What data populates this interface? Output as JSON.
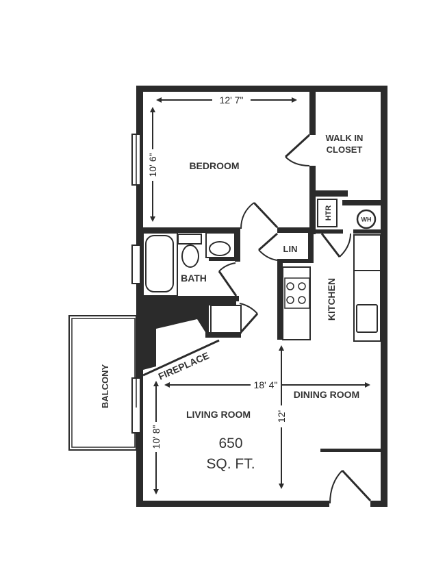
{
  "rooms": {
    "bedroom": "BEDROOM",
    "walk_in_closet_line1": "WALK IN",
    "walk_in_closet_line2": "CLOSET",
    "bath": "BATH",
    "linen": "LIN",
    "kitchen": "KITCHEN",
    "fireplace": "FIREPLACE",
    "balcony": "BALCONY",
    "dining_room": "DINING ROOM",
    "living_room": "LIVING ROOM"
  },
  "fixtures": {
    "heater": "HTR",
    "water_heater": "WH"
  },
  "dimensions": {
    "bedroom_width": "12' 7\"",
    "bedroom_depth": "10' 6\"",
    "living_dining_width": "18' 4\"",
    "living_depth": "10' 8\"",
    "dining_depth": "12'"
  },
  "area": {
    "value": "650",
    "unit": "SQ. FT."
  },
  "colors": {
    "wall": "#2b2b2b",
    "text": "#333333",
    "background": "#ffffff"
  }
}
